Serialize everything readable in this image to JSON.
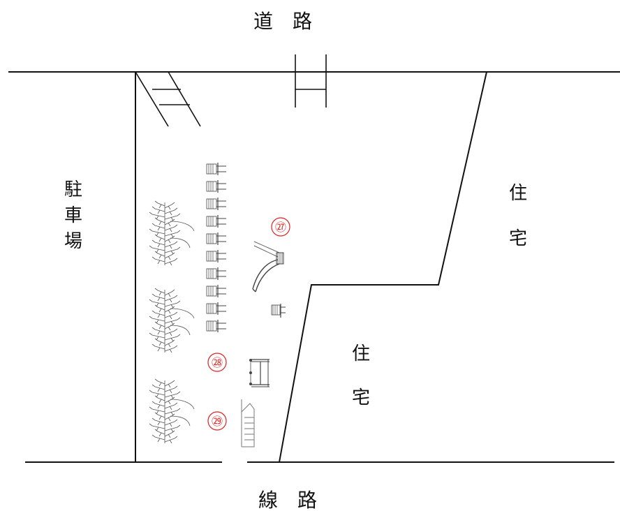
{
  "labels": {
    "top_road": "道　路",
    "bottom_road": "線　路",
    "parking": [
      "駐",
      "車",
      "場"
    ],
    "house_right": [
      "住",
      "宅"
    ],
    "house_center": [
      "住",
      "宅"
    ]
  },
  "markers": {
    "m27": "㉗",
    "m28": "㉘",
    "m29": "㉙"
  },
  "colors": {
    "marker": "#e02020",
    "lines": "#111111",
    "equipment": "#666666"
  }
}
